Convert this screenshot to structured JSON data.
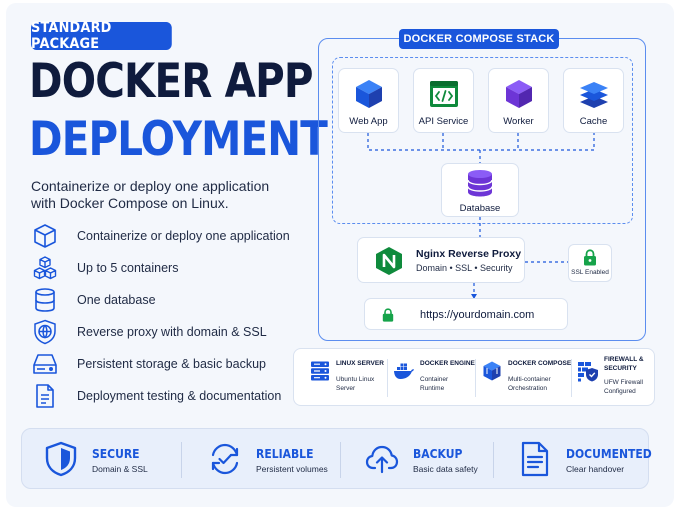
{
  "header": {
    "badge": "STANDARD PACKAGE",
    "title_line1": "DOCKER APP",
    "title_line2": "DEPLOYMENT",
    "subtitle": "Containerize or deploy one application with Docker Compose on Linux."
  },
  "features": [
    {
      "icon": "cube-icon",
      "label": "Containerize or deploy one application"
    },
    {
      "icon": "cubes-icon",
      "label": "Up to 5 containers"
    },
    {
      "icon": "database-icon",
      "label": "One database"
    },
    {
      "icon": "globe-shield-icon",
      "label": "Reverse proxy with domain & SSL"
    },
    {
      "icon": "hard-drive-icon",
      "label": "Persistent storage & basic backup"
    },
    {
      "icon": "document-icon",
      "label": "Deployment testing & documentation"
    }
  ],
  "diagram": {
    "stack_label": "DOCKER COMPOSE STACK",
    "services": [
      {
        "icon": "cube-icon",
        "label": "Web App"
      },
      {
        "icon": "code-icon",
        "label": "API Service"
      },
      {
        "icon": "cube-purple-icon",
        "label": "Worker"
      },
      {
        "icon": "layers-icon",
        "label": "Cache"
      }
    ],
    "database": {
      "icon": "database-icon",
      "label": "Database"
    },
    "proxy": {
      "icon": "nginx-icon",
      "title": "Nginx Reverse Proxy",
      "subtitle": "Domain • SSL • Security"
    },
    "ssl": {
      "icon": "lock-icon",
      "label": "SSL Enabled"
    },
    "url": {
      "icon": "lock-icon",
      "label": "https://yourdomain.com"
    }
  },
  "tech": [
    {
      "icon": "server-icon",
      "title": "LINUX SERVER",
      "desc_line1": "Ubuntu Linux",
      "desc_line2": "Server"
    },
    {
      "icon": "docker-whale-icon",
      "title": "DOCKER ENGINE",
      "desc_line1": "Container",
      "desc_line2": "Runtime"
    },
    {
      "icon": "compose-icon",
      "title": "DOCKER COMPOSE",
      "desc_line1": "Multi-container",
      "desc_line2": "Orchestration"
    },
    {
      "icon": "firewall-icon",
      "title_line1": "FIREWALL &",
      "title_line2": "SECURITY",
      "desc_line1": "UFW Firewall",
      "desc_line2": "Configured"
    }
  ],
  "benefits": [
    {
      "icon": "shield-icon",
      "title": "SECURE",
      "desc": "Domain & SSL"
    },
    {
      "icon": "refresh-check-icon",
      "title": "RELIABLE",
      "desc": "Persistent volumes"
    },
    {
      "icon": "cloud-upload-icon",
      "title": "BACKUP",
      "desc": "Basic data safety"
    },
    {
      "icon": "document-icon",
      "title": "DOCUMENTED",
      "desc": "Clear handover"
    }
  ],
  "colors": {
    "primary": "#1a56db",
    "navy": "#0f1b3d",
    "nginx_green": "#0f8a3c",
    "purple": "#6d35d6",
    "lock_green": "#16a34a"
  }
}
